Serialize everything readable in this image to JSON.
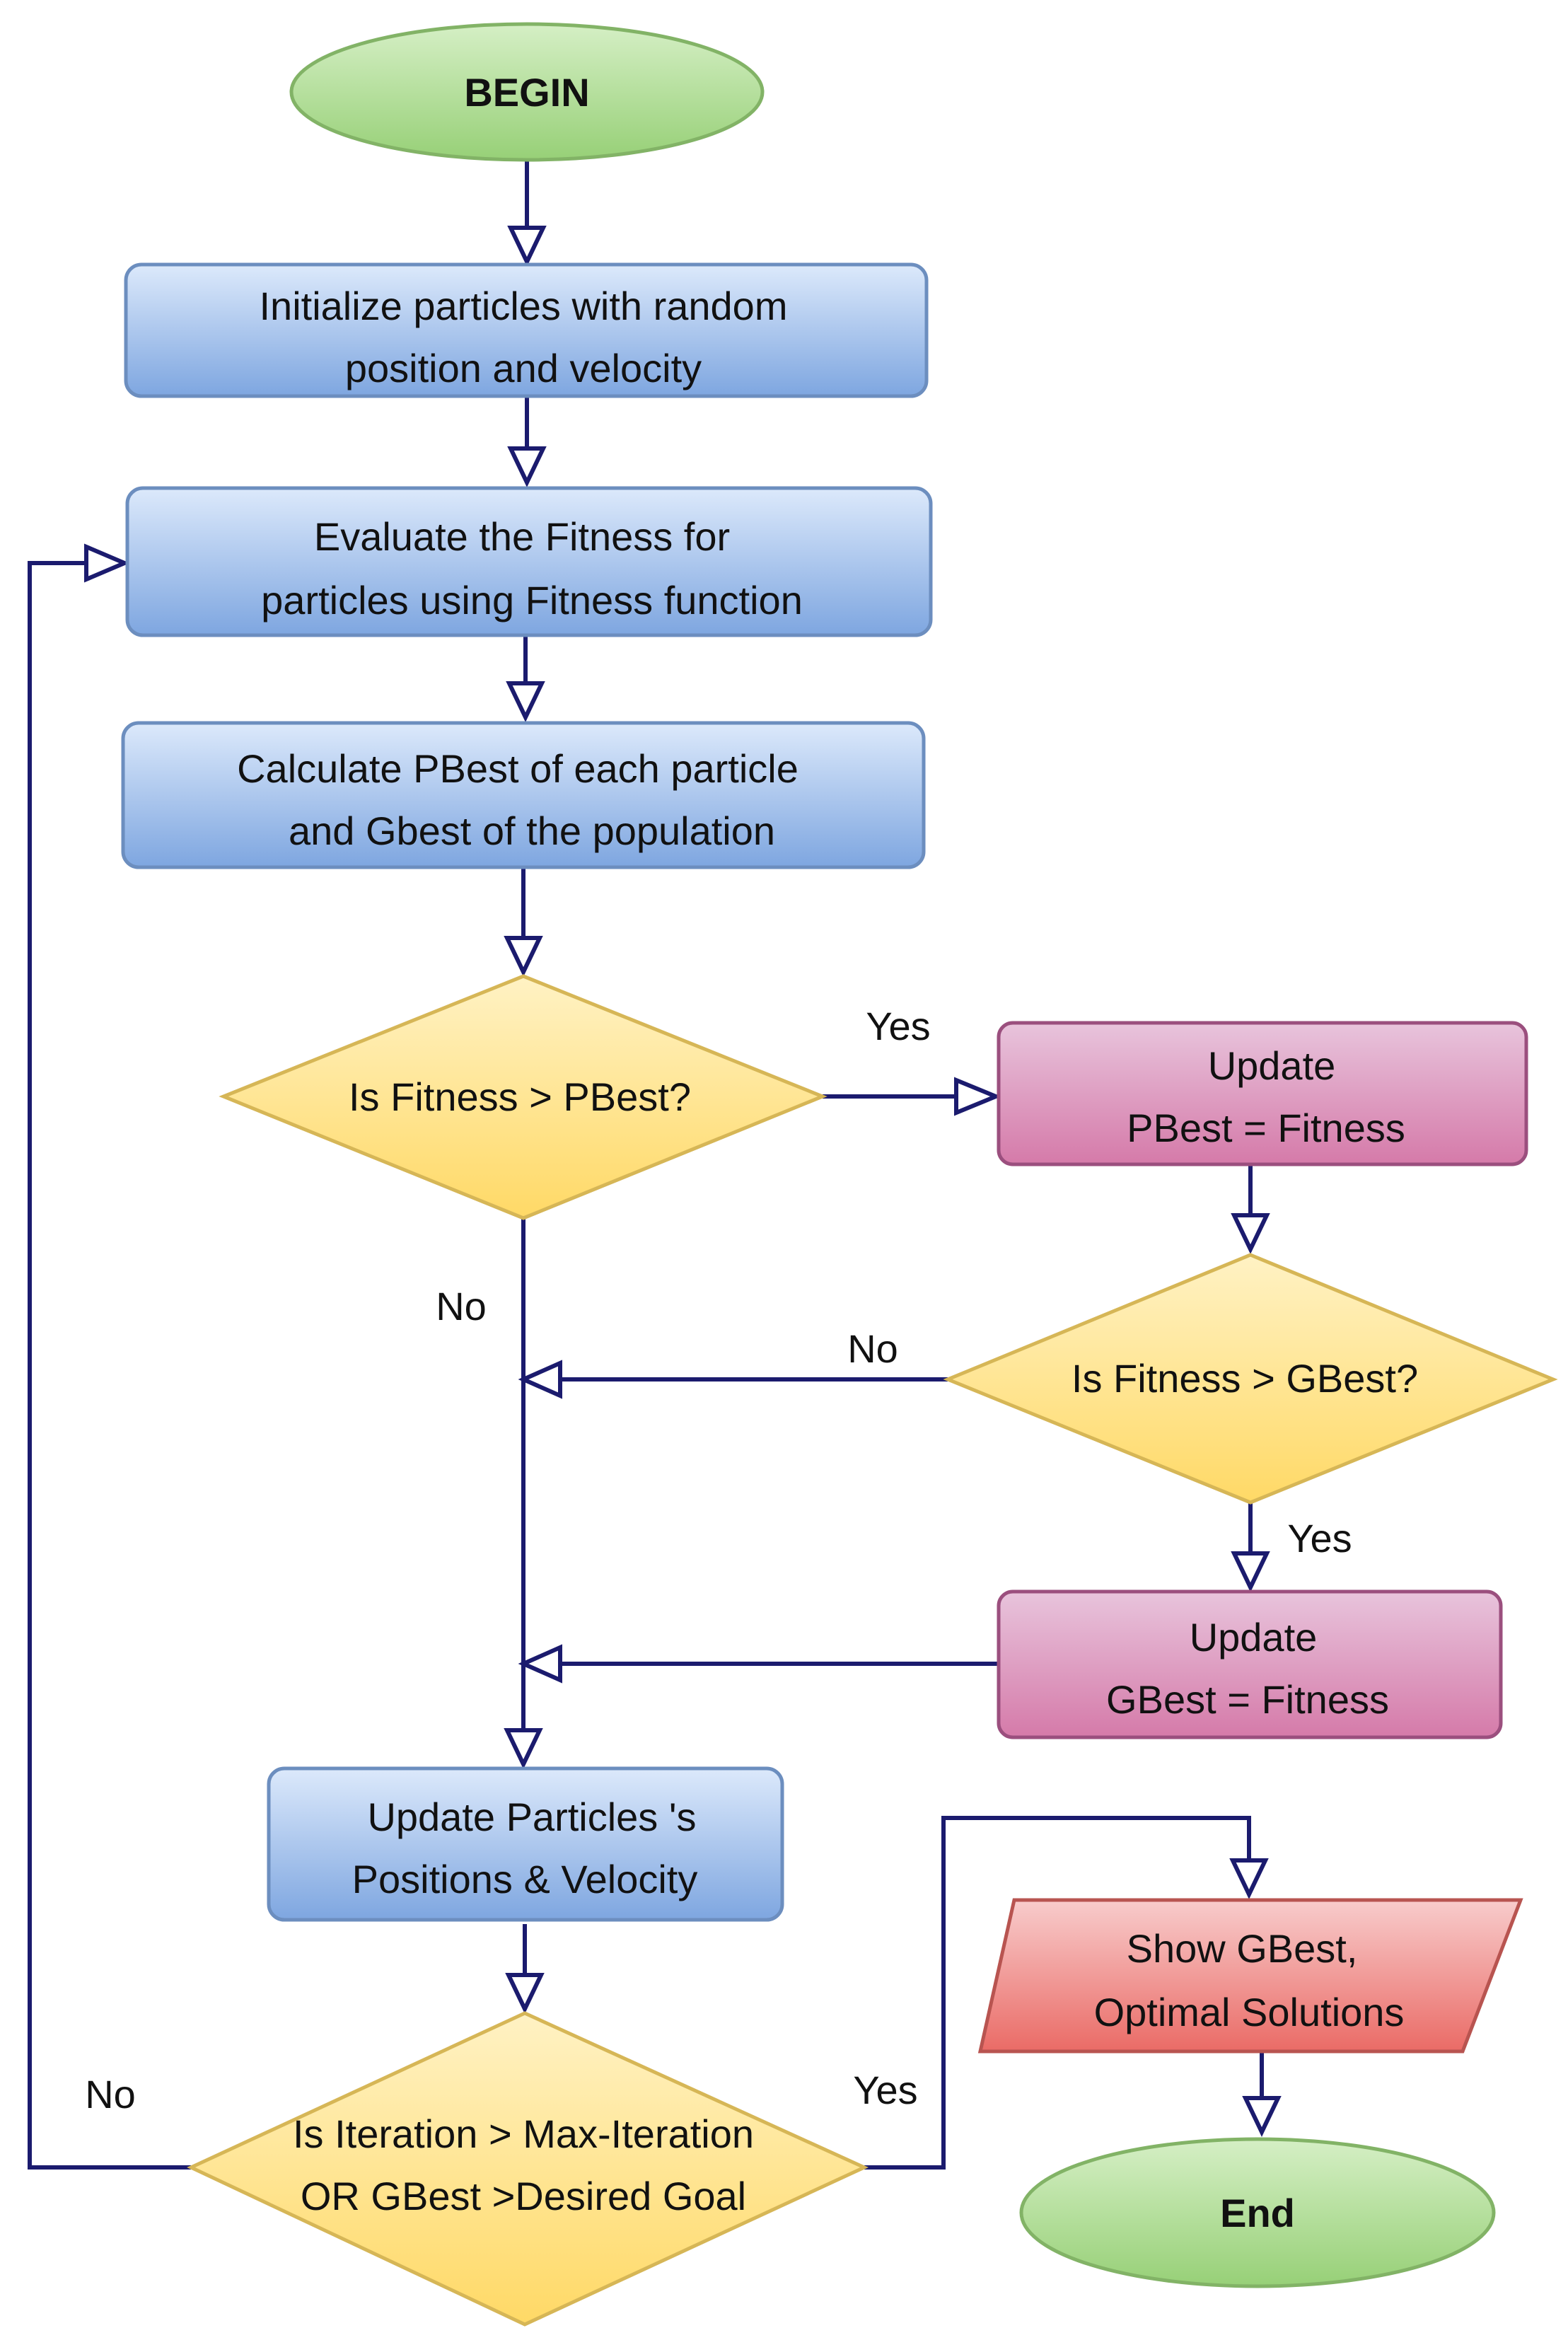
{
  "nodes": {
    "begin": "BEGIN",
    "init": [
      "Initialize particles with random",
      "position and velocity"
    ],
    "evaluate": [
      "Evaluate the Fitness for",
      "particles using Fitness function"
    ],
    "calculate": [
      "Calculate PBest of each particle",
      "and Gbest of the population"
    ],
    "decision_pbest": "Is Fitness > PBest?",
    "update_pbest": [
      "Update",
      "PBest = Fitness"
    ],
    "decision_gbest": "Is Fitness > GBest?",
    "update_gbest": [
      "Update",
      "GBest = Fitness"
    ],
    "update_particles": [
      "Update Particles 's",
      "Positions & Velocity"
    ],
    "decision_iter": [
      "Is Iteration > Max-Iteration",
      "OR GBest >Desired Goal"
    ],
    "show": [
      "Show GBest,",
      "Optimal Solutions"
    ],
    "end": "End"
  },
  "edge_labels": {
    "pbest_yes": "Yes",
    "pbest_no": "No",
    "gbest_no": "No",
    "gbest_yes": "Yes",
    "iter_no": "No",
    "iter_yes": "Yes"
  },
  "colors": {
    "edge": "#1b1b6e",
    "process_fill_top": "#dce9fb",
    "process_fill_bottom": "#7ea6e0",
    "process_stroke": "#6c8ebf",
    "update_fill_top": "#e8c4dc",
    "update_fill_bottom": "#d57aa9",
    "update_stroke": "#9b4f7e",
    "decision_fill_top": "#fff2c4",
    "decision_fill_bottom": "#ffd966",
    "decision_stroke": "#d6b656",
    "terminal_fill_top": "#d5efc5",
    "terminal_fill_bottom": "#97d077",
    "terminal_stroke": "#82b366",
    "output_fill_top": "#f8cccc",
    "output_fill_bottom": "#ea6b66",
    "output_stroke": "#b85450"
  }
}
